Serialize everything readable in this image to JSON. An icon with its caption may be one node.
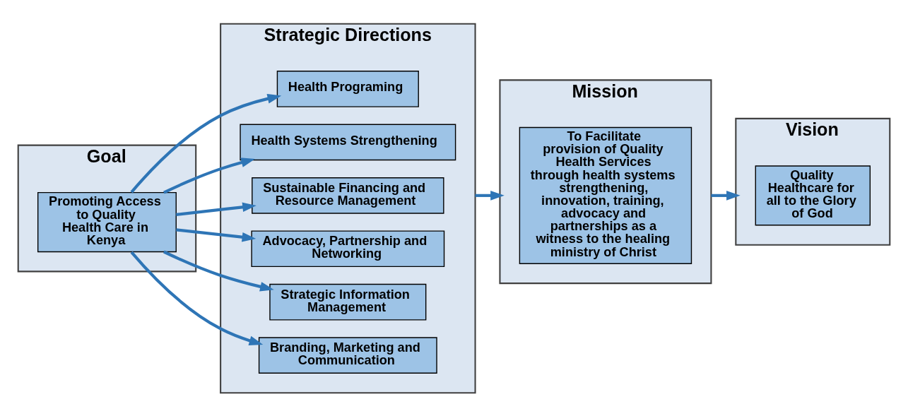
{
  "diagram": {
    "nodes": [
      {
        "text": [
          "Goal"
        ]
      },
      {
        "text": [
          "Promoting Access to Quality Health Care in Kenya"
        ],
        "in": 0
      },
      {
        "text": [
          "Strategic Directions"
        ]
      },
      {
        "text": [
          "Health Programing"
        ],
        "in": 2
      },
      {
        "text": [
          "Health Systems Strengthening"
        ],
        "in": 2
      },
      {
        "text": [
          "Sustainable Financing and Resource Management"
        ],
        "in": 2
      },
      {
        "text": [
          "Advocacy, Partnership and Networking"
        ],
        "in": 2
      },
      {
        "text": [
          "Strategic Information Management"
        ],
        "in": 2
      },
      {
        "text": [
          "Branding, Marketing and Communication"
        ],
        "in": 2
      },
      {
        "text": [
          "Mission"
        ]
      },
      {
        "text": [
          "To Facilitate provision of Quality Health Services through health systems strengthening, innovation, training, advocacy and partnerships as a witness to the healing ministry of Christ"
        ],
        "in": 9
      },
      {
        "text": [
          "Vision"
        ]
      },
      {
        "text": [
          "Quality Healthcare for all to the Glory of God"
        ],
        "in": 11
      }
    ],
    "edges": [
      {
        "from": 1,
        "to": 3,
        "arrow": "to"
      },
      {
        "from": 1,
        "to": 4,
        "arrow": "to"
      },
      {
        "from": 1,
        "to": 5,
        "arrow": "to"
      },
      {
        "from": 1,
        "to": 6,
        "arrow": "to"
      },
      {
        "from": 1,
        "to": 7,
        "arrow": "to"
      },
      {
        "from": 1,
        "to": 8,
        "arrow": "to"
      },
      {
        "from": 2,
        "to": 9,
        "arrow": "to"
      },
      {
        "from": 9,
        "to": 11,
        "arrow": "to"
      }
    ]
  }
}
